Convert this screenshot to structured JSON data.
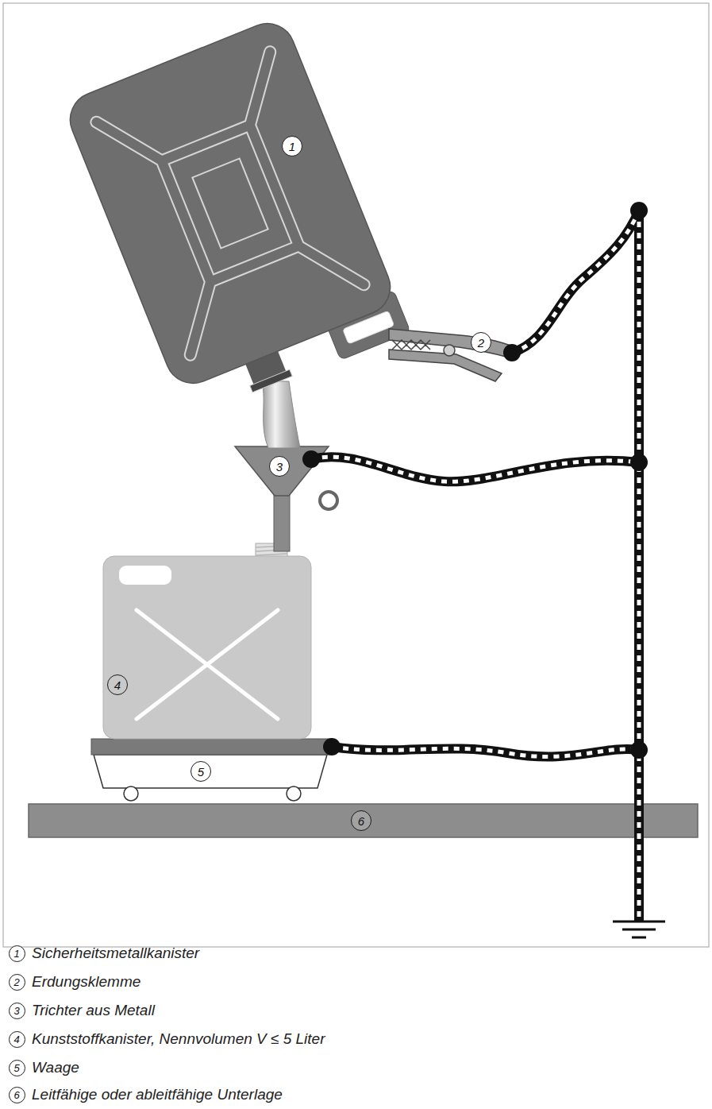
{
  "diagram": {
    "nodes": [
      {
        "text": [
          "1"
        ]
      },
      {
        "text": [
          "2"
        ]
      },
      {
        "text": [
          "3"
        ]
      },
      {
        "text": [
          "4"
        ]
      },
      {
        "text": [
          "5"
        ]
      },
      {
        "text": [
          "6"
        ]
      },
      {
        "text": [
          "1"
        ]
      },
      {
        "text": [
          "2"
        ]
      },
      {
        "text": [
          "3"
        ]
      },
      {
        "text": [
          "4"
        ]
      },
      {
        "text": [
          "5"
        ]
      },
      {
        "text": [
          "6"
        ]
      }
    ],
    "labels": [
      "Sicherheitsmetallkanister",
      "Erdungsklemme",
      "Trichter aus Metall",
      "Kunststoffkanister, Nennvolumen V ≤ 5 Liter",
      "Waage",
      "Leitfähige oder ableitfähige Unterlage"
    ]
  }
}
